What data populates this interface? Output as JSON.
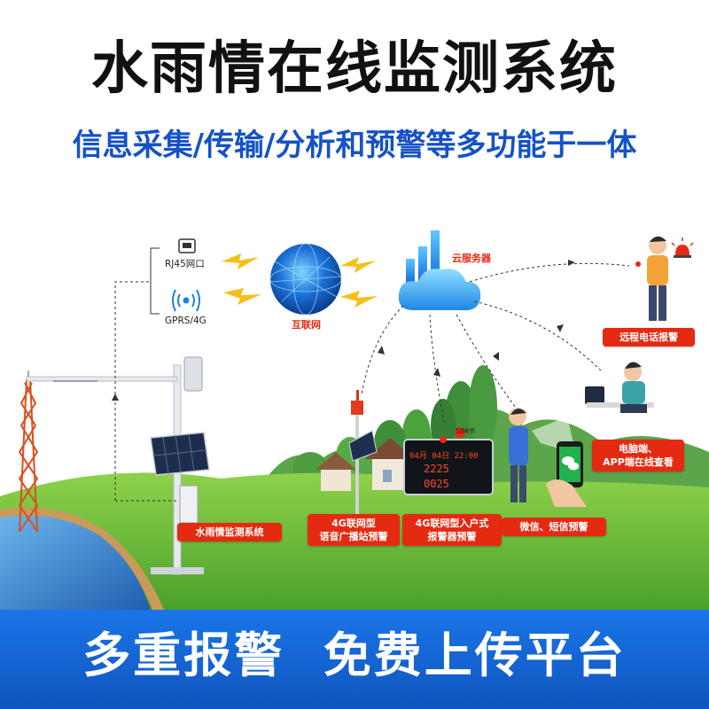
{
  "header": {
    "title": "水雨情在线监测系统",
    "subtitle": "信息采集/传输/分析和预警等多功能于一体"
  },
  "network": {
    "rj45_label": "RJ45网口",
    "gprs_label": "GPRS/4G",
    "internet_label": "互联网",
    "cloud_label": "云服务器",
    "sim_label": "SIM卡"
  },
  "display": {
    "month_day": "04月 04日 22:00",
    "reading_1": "2225",
    "reading_2": "0025"
  },
  "tags": {
    "monitoring_system": "水雨情监测系统",
    "broadcast_line1": "4G联网型",
    "broadcast_line2": "语音广播站预警",
    "household_line1": "4G联网型入户式",
    "household_line2": "报警器预警",
    "wechat_sms": "微信、短信预警",
    "remote_call": "远程电话报警",
    "pc_app_line1": "电脑端、",
    "pc_app_line2": "APP端在线查看"
  },
  "footer": {
    "left": "多重报警",
    "right": "免费上传平台"
  },
  "colors": {
    "title": "#111111",
    "subtitle": "#1552c4",
    "tag_bg": "#e52a12",
    "footer_bg": "#1566d6",
    "grass": "#5fb42a",
    "water": "#2c78c9"
  }
}
